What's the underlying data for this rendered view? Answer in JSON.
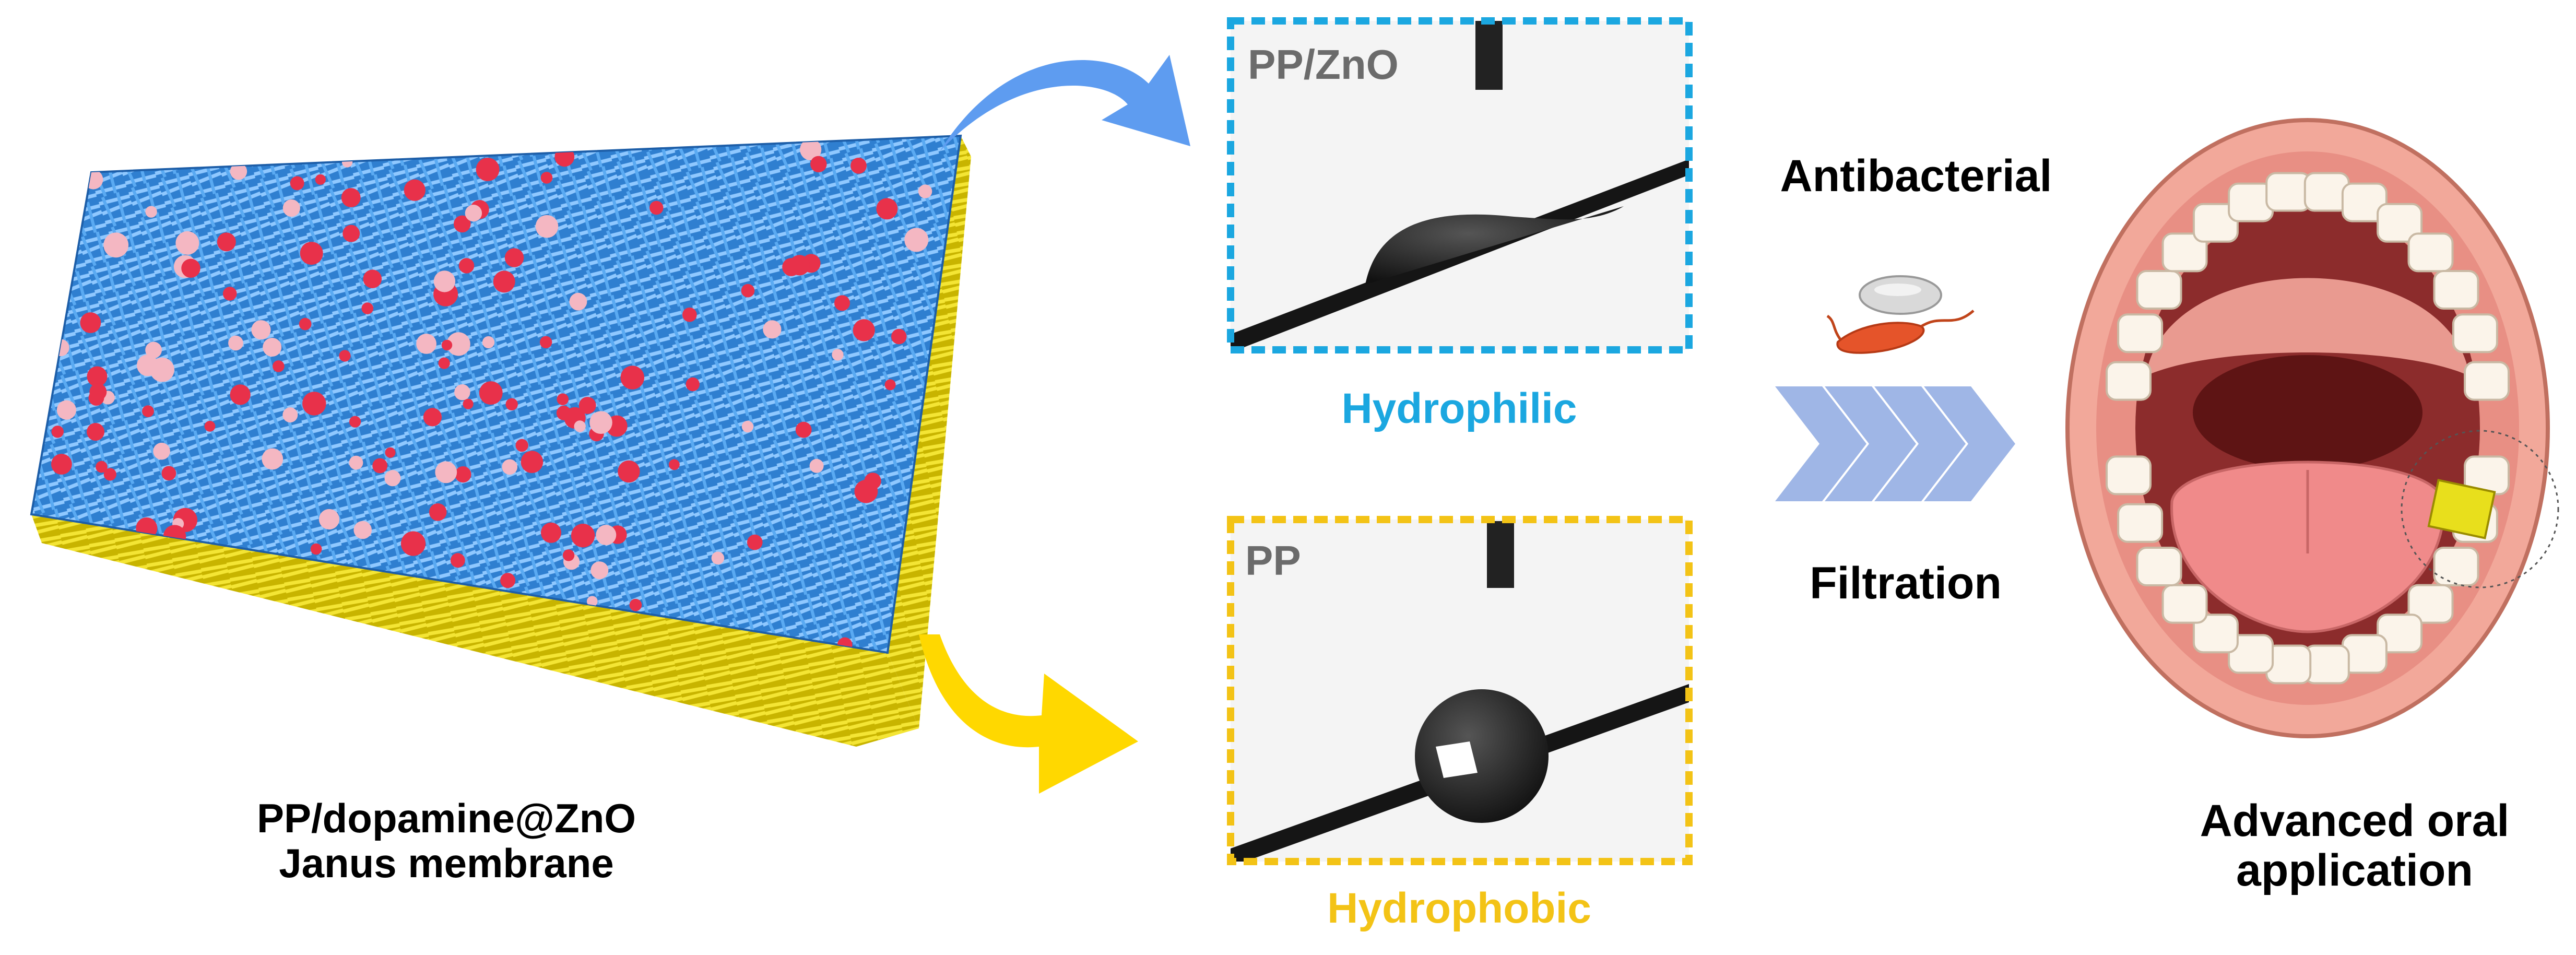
{
  "membrane": {
    "caption_line1": "PP/dopamine@ZnO",
    "caption_line2": "Janus membrane"
  },
  "top_panel": {
    "tag": "PP/ZnO",
    "label": "Hydrophilic",
    "color": "#1ba7e0"
  },
  "bottom_panel": {
    "tag": "PP",
    "label": "Hydrophobic",
    "color": "#f3c316"
  },
  "process": {
    "top_label": "Antibacterial",
    "bottom_label": "Filtration"
  },
  "application": {
    "caption_line1": "Advanced oral",
    "caption_line2": "application"
  },
  "colors": {
    "blue_arrow": "#5e9cf0",
    "yellow_arrow": "#ffd800",
    "chevron": "#9fb6e6",
    "fiber_blue": "#4a9ee8",
    "fiber_yellow": "#e8d21c"
  }
}
